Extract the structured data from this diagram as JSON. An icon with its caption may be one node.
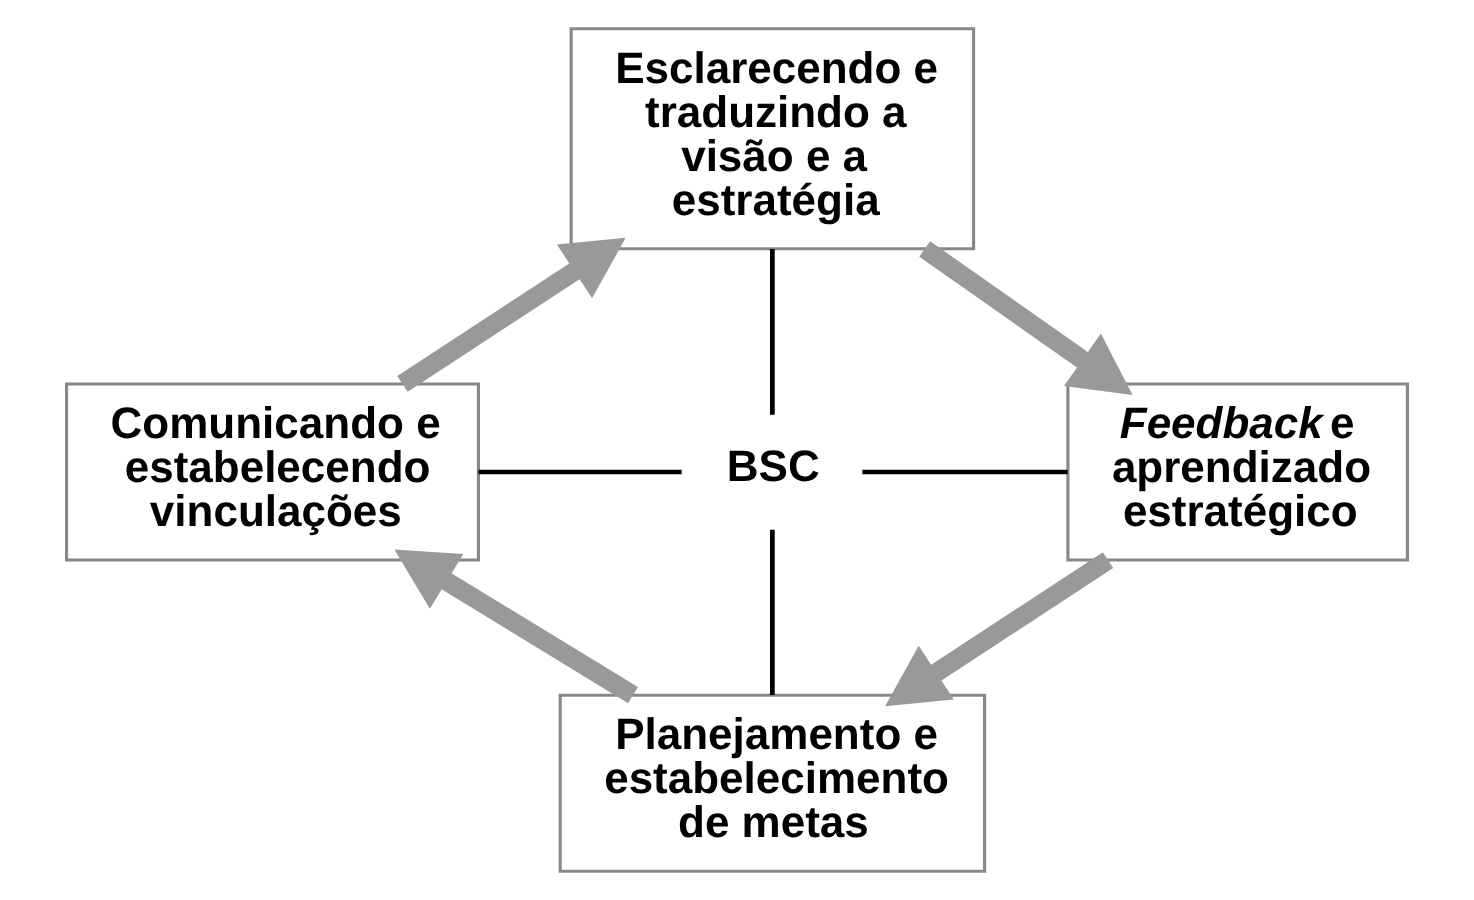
{
  "diagram": {
    "nodes": [
      {
        "text": [
          "Esclarecendo e traduzindo a visão e a estratégia"
        ]
      },
      {
        "text": [
          "Comunicando e estabelecendo vinculações"
        ]
      },
      {
        "text": [
          "BSC"
        ]
      },
      {
        "text": [
          "*Feedback* e aprendizado estratégico"
        ]
      },
      {
        "text": [
          "Planejamento e estabelecimento de metas"
        ]
      }
    ],
    "edges": [
      {
        "from": 0,
        "to": 2,
        "arrow": "none"
      },
      {
        "from": 1,
        "to": 2,
        "arrow": "none"
      },
      {
        "from": 2,
        "to": 3,
        "arrow": "none"
      },
      {
        "from": 2,
        "to": 4,
        "arrow": "none"
      },
      {
        "from": 0,
        "to": 3,
        "arrow": "to",
        "style": "thick",
        "color": "#999999"
      },
      {
        "from": 3,
        "to": 4,
        "arrow": "to",
        "style": "thick",
        "color": "#999999"
      },
      {
        "from": 4,
        "to": 1,
        "arrow": "to",
        "style": "thick",
        "color": "#999999"
      },
      {
        "from": 1,
        "to": 0,
        "arrow": "to",
        "style": "thick",
        "color": "#999999"
      }
    ]
  }
}
